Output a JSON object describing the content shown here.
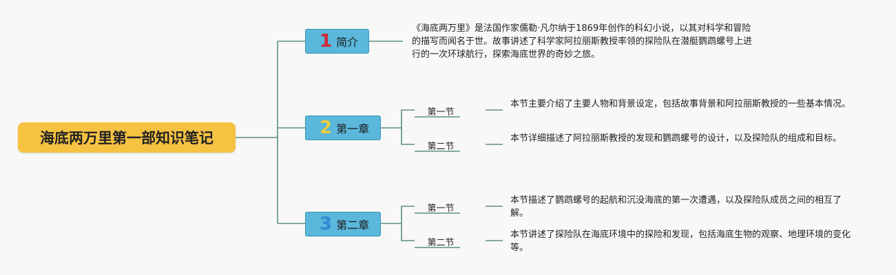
{
  "root": {
    "title": "海底两万里第一部知识笔记"
  },
  "colors": {
    "root_fill": "#f5c242",
    "branch_fill": "#5bb8dc",
    "line": "#5a8f80",
    "num1": "#d42b3a",
    "num2": "#efd045",
    "num3": "#2f8fd8"
  },
  "branches": [
    {
      "number": "1",
      "label": "简介",
      "description": "《海底两万里》是法国作家儒勒·凡尔纳于1869年创作的科幻小说，以其对科学和冒险的描写而闻名于世。故事讲述了科学家阿拉丽斯教授率领的探险队在潜艇鹦鹉螺号上进行的一次环球航行，探索海底世界的奇妙之旅。"
    },
    {
      "number": "2",
      "label": "第一章",
      "sections": [
        {
          "label": "第一节",
          "description": "本节主要介绍了主要人物和背景设定，包括故事背景和阿拉丽斯教授的一些基本情况。"
        },
        {
          "label": "第二节",
          "description": "本节详细描述了阿拉丽斯教授的发现和鹦鹉螺号的设计，以及探险队的组成和目标。"
        }
      ]
    },
    {
      "number": "3",
      "label": "第二章",
      "sections": [
        {
          "label": "第一节",
          "description": "本节描述了鹦鹉螺号的起航和沉没海底的第一次遭遇，以及探险队成员之间的相互了解。"
        },
        {
          "label": "第二节",
          "description": "本节讲述了探险队在海底环境中的探险和发现，包括海底生物的观察、地理环境的变化等。"
        }
      ]
    }
  ]
}
